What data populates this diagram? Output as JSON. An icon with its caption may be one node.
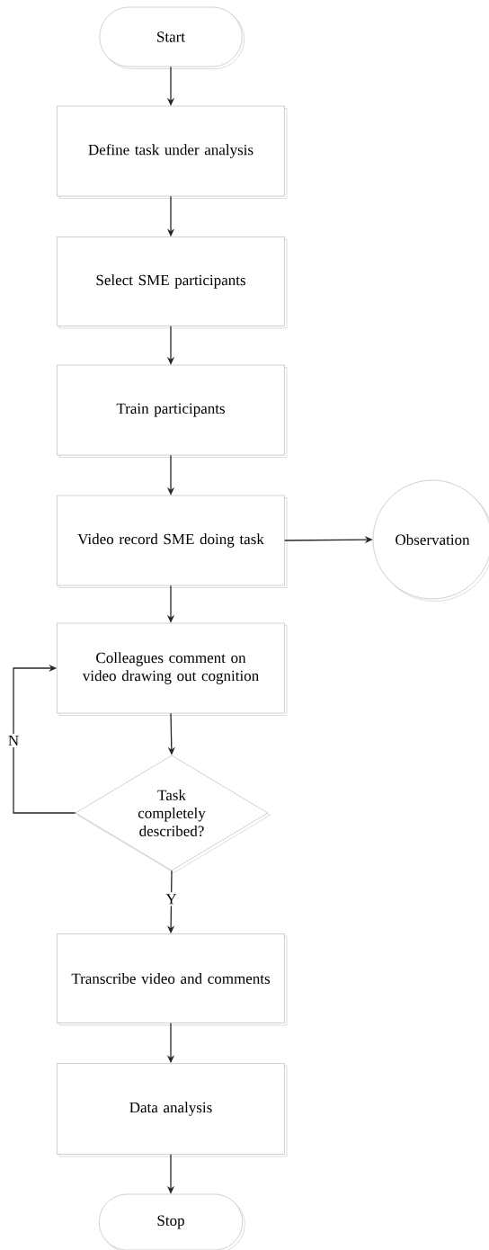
{
  "diagram": {
    "nodes": [
      {
        "text": [
          "Start"
        ]
      },
      {
        "text": [
          "Define task under analysis"
        ]
      },
      {
        "text": [
          "Select SME participants"
        ]
      },
      {
        "text": [
          "Train participants"
        ]
      },
      {
        "text": [
          "Video record SME doing task"
        ]
      },
      {
        "text": [
          "Observation"
        ]
      },
      {
        "text": [
          "Colleagues comment on video drawing out cognition"
        ]
      },
      {
        "text": [
          "Task completely described?"
        ]
      },
      {
        "text": [
          "Transcribe video and comments"
        ]
      },
      {
        "text": [
          "Data analysis"
        ]
      },
      {
        "text": [
          "Stop"
        ]
      }
    ],
    "edges": [
      {
        "from": 0,
        "to": 1,
        "arrow": "to"
      },
      {
        "from": 1,
        "to": 2,
        "arrow": "to"
      },
      {
        "from": 2,
        "to": 3,
        "arrow": "to"
      },
      {
        "from": 3,
        "to": 4,
        "arrow": "to"
      },
      {
        "from": 4,
        "to": 5,
        "arrow": "to"
      },
      {
        "from": 4,
        "to": 6,
        "arrow": "to"
      },
      {
        "from": 6,
        "to": 7,
        "arrow": "to"
      },
      {
        "from": 7,
        "to": 6,
        "arrow": "to",
        "label": "N"
      },
      {
        "from": 7,
        "to": 8,
        "arrow": "to",
        "label": "Y"
      },
      {
        "from": 8,
        "to": 9,
        "arrow": "to"
      },
      {
        "from": 9,
        "to": 10,
        "arrow": "to"
      }
    ]
  }
}
